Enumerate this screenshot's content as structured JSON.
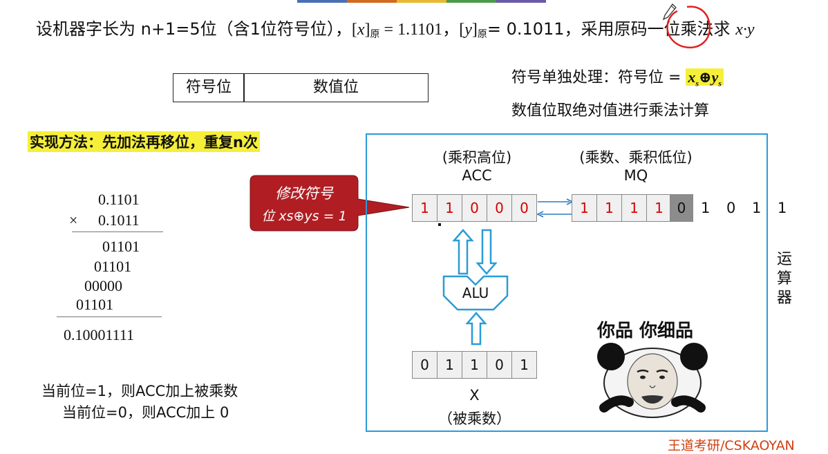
{
  "title": {
    "prefix": "设机器字长为 n+1=5位（含1位符号位），",
    "x_label": "x",
    "x_sub": "原",
    "x_value": " = 1.1101，",
    "y_label": "y",
    "y_sub": "原",
    "y_value": "= 0.1011，采用原码一位乘法求 ",
    "expr": "x·y"
  },
  "format_box": {
    "sign": "符号位",
    "value": "数值位"
  },
  "notes": {
    "sign_rule_prefix": "符号单独处理：符号位 = ",
    "sign_rule_expr": "xs⊕ys",
    "abs_rule": "数值位取绝对值进行乘法计算"
  },
  "method": "实现方法：先加法再移位，重复n次",
  "manual_calc": {
    "multiplicand": "0.1101",
    "times": "×",
    "multiplier": "0.1011",
    "partials": [
      "01101",
      "01101",
      "00000",
      "01101"
    ],
    "result": "0.10001111"
  },
  "rules": [
    "当前位=1，则ACC加上被乘数",
    "当前位=0，则ACC加上 0"
  ],
  "callout": {
    "line1": "修改符号",
    "line2": "位 xs⊕ys = 1"
  },
  "alu_unit": {
    "acc_caption": "(乘积高位)",
    "acc_label": "ACC",
    "acc_bits": [
      "1",
      "1",
      "0",
      "0",
      "0"
    ],
    "mq_caption": "(乘数、乘积低位)",
    "mq_label": "MQ",
    "mq_bits": [
      "1",
      "1",
      "1",
      "1",
      "0"
    ],
    "overflow_bits": [
      "1",
      "0",
      "1",
      "1"
    ],
    "alu_label": "ALU",
    "x_bits": [
      "0",
      "1",
      "1",
      "0",
      "1"
    ],
    "x_label": "X",
    "x_caption": "（被乘数）",
    "side_label": [
      "运",
      "算",
      "器"
    ]
  },
  "meme_text": "你品 你细品",
  "footer_brand": "王道考研/CSKAOYAN",
  "colors": {
    "frame": "#2a9bd6",
    "callout": "#b01e23",
    "highlight": "#f5ef3a",
    "annotation": "#e02020"
  }
}
